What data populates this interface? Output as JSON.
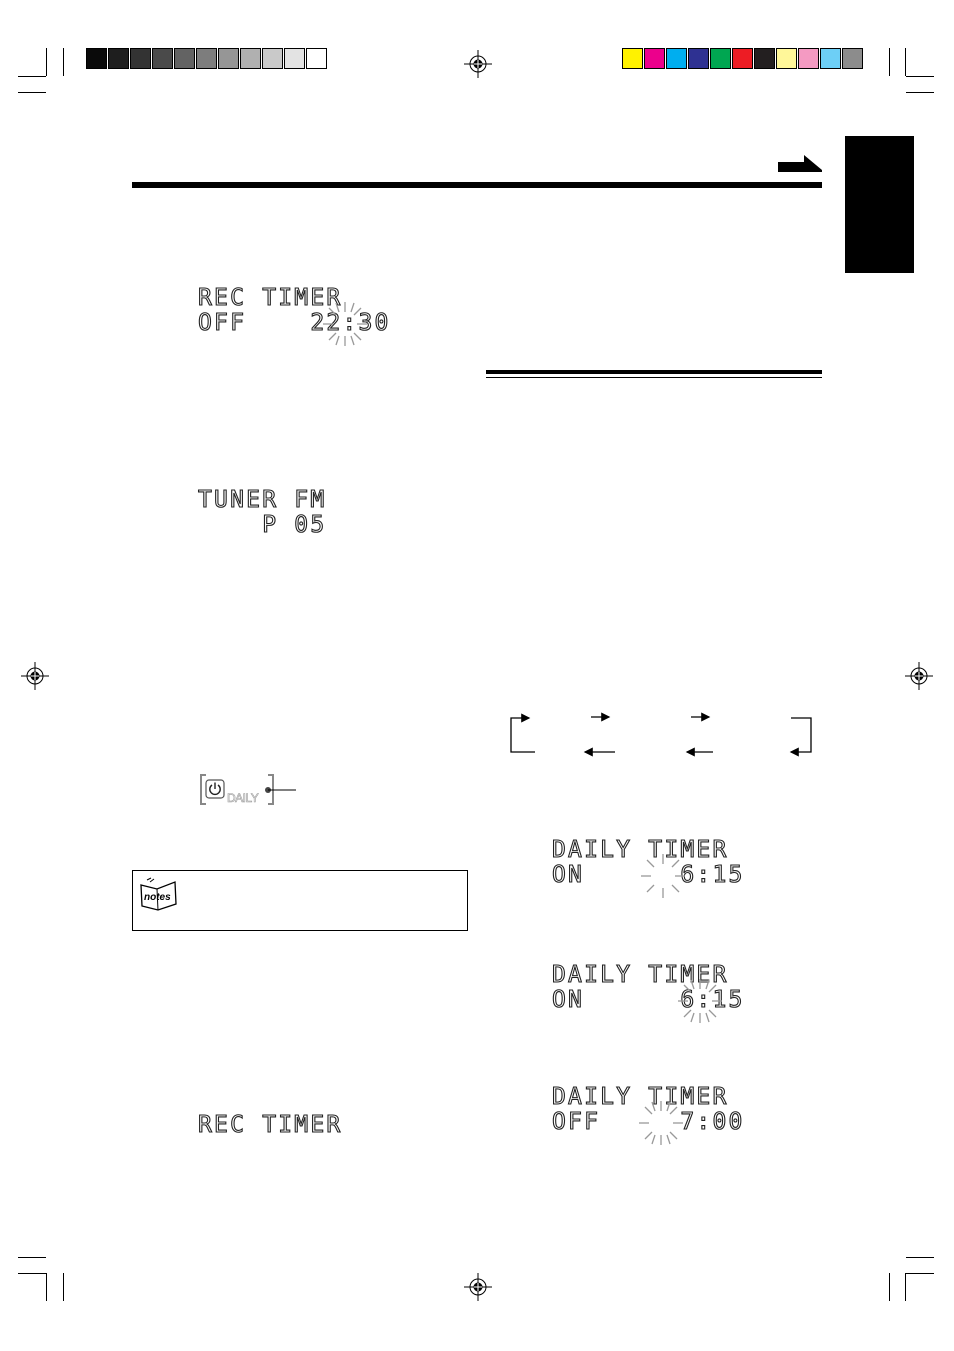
{
  "color_bar": {
    "grays": [
      "#0a0a0a",
      "#1e1e1e",
      "#333333",
      "#4a4a4a",
      "#636363",
      "#7d7d7d",
      "#969696",
      "#b0b0b0",
      "#c9c9c9",
      "#e3e3e3",
      "#ffffff"
    ],
    "colors": [
      "#fff200",
      "#ec008c",
      "#00aeef",
      "#2e3192",
      "#00a651",
      "#ed1c24",
      "#231f20",
      "#fff799",
      "#f49ac2",
      "#6dcff6",
      "#8c8c8c"
    ]
  },
  "left_column": {
    "lcd_rec_timer_off": {
      "line1": "REC TIMER",
      "line2": "OFF    22:30"
    },
    "lcd_tuner": {
      "line1": "TUNER FM",
      "line2": "    P 05"
    },
    "daily_indicator": {
      "label": "DAILY",
      "icon": "power-icon"
    },
    "notes_icon_label": "notes",
    "lcd_rec_timer_bottom": {
      "line1": "REC TIMER"
    }
  },
  "right_column": {
    "lcd_daily_on_hour": {
      "line1": "DAILY TIMER",
      "line2": "ON      6:15"
    },
    "lcd_daily_on_min": {
      "line1": "DAILY TIMER",
      "line2": "ON      6:15"
    },
    "lcd_daily_off": {
      "line1": "DAILY TIMER",
      "line2": "OFF     7:00"
    }
  },
  "icons": {
    "continue_arrow": "right-arrow-icon",
    "registration_mark": "crosshair-target-icon"
  }
}
